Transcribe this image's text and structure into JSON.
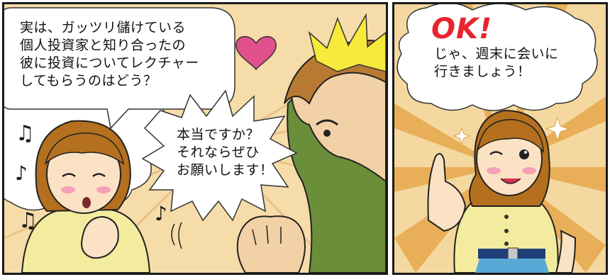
{
  "panels": {
    "left": {
      "speech_1": {
        "lines": [
          "実は、ガッツリ儲けている",
          "個人投資家と知り合ったの",
          "彼に投資についてレクチャー",
          "してもらうのはどう？"
        ]
      },
      "speech_2": {
        "lines": [
          "本当ですか？",
          "それならぜひ",
          "お願いします！"
        ]
      }
    },
    "right": {
      "exclamation": "OK!",
      "speech_3": {
        "lines": [
          "じゃ、週末に会いに",
          "行きましょう！"
        ]
      }
    }
  },
  "colors": {
    "panel_border": "#1a1a1a",
    "background_warm": "#f6dca8",
    "heart_pink": "#e0508c",
    "ok_red": "#e8242f",
    "blouse_yellow": "#f3ec9e",
    "hair_brown": "#b4701e",
    "jacket_green": "#6b8e3a",
    "skirt_blue": "#59a9d6",
    "belt_navy": "#1f3f78",
    "flash_yellow": "#f7ea3a"
  },
  "icons": [
    "heart-icon",
    "music-note-icon",
    "flash-burst-icon",
    "sparkle-icon"
  ]
}
